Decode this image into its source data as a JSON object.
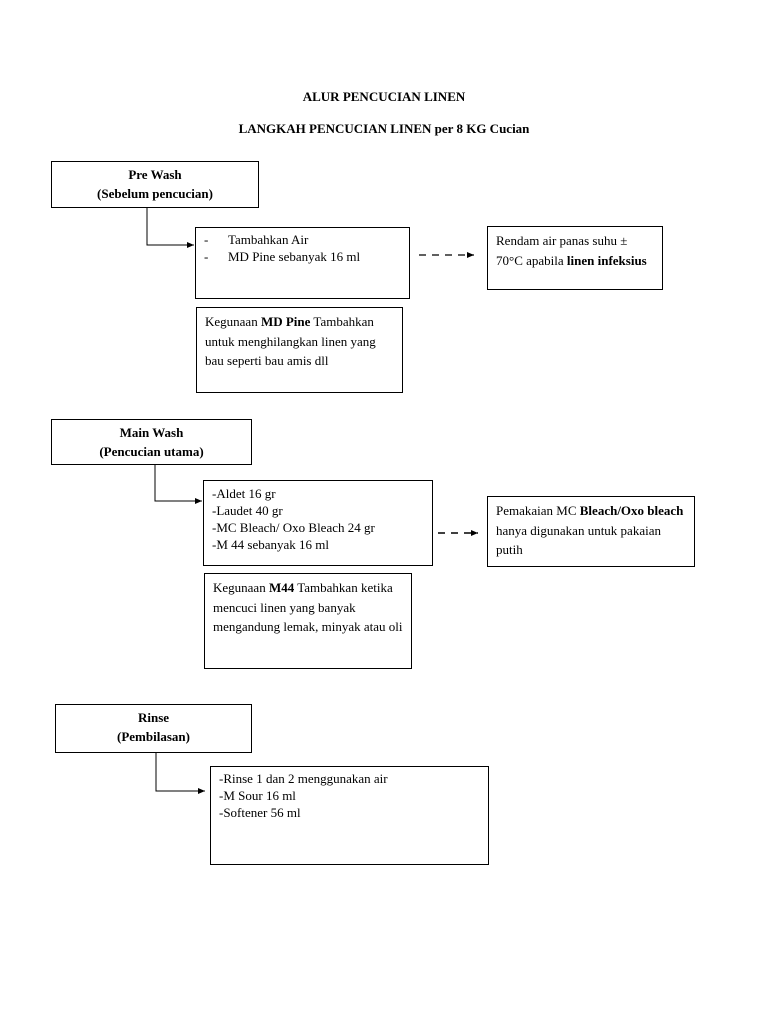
{
  "titles": {
    "main": "ALUR PENCUCIAN LINEN",
    "sub": "LANGKAH PENCUCIAN LINEN per 8 KG Cucian"
  },
  "prewash": {
    "title": "Pre Wash",
    "subtitle": "(Sebelum pencucian)",
    "steps": [
      "Tambahkan Air",
      "MD Pine sebanyak 16 ml"
    ],
    "side_note": {
      "pre": "Rendam air panas suhu ± 70°C apabila ",
      "bold": "linen infeksius"
    },
    "usage_note": {
      "pre": "Kegunaan ",
      "bold": "MD Pine",
      "post": " Tambahkan untuk menghilangkan linen yang bau seperti bau amis dll"
    }
  },
  "mainwash": {
    "title": "Main Wash",
    "subtitle": "(Pencucian utama)",
    "steps": [
      "-Aldet 16 gr",
      "-Laudet 40 gr",
      "-MC Bleach/ Oxo Bleach 24 gr",
      "-M 44 sebanyak 16 ml"
    ],
    "side_note": {
      "pre": "Pemakaian MC ",
      "bold": "Bleach/Oxo bleach",
      "post": " hanya digunakan untuk pakaian putih"
    },
    "usage_note": {
      "pre": "Kegunaan ",
      "bold": "M44",
      "post": " Tambahkan ketika mencuci linen yang banyak mengandung lemak, minyak atau oli"
    }
  },
  "rinse": {
    "title": "Rinse",
    "subtitle": "(Pembilasan)",
    "steps": [
      "-Rinse 1 dan 2 menggunakan air",
      "-M Sour 16  ml",
      "-Softener 56 ml"
    ]
  }
}
